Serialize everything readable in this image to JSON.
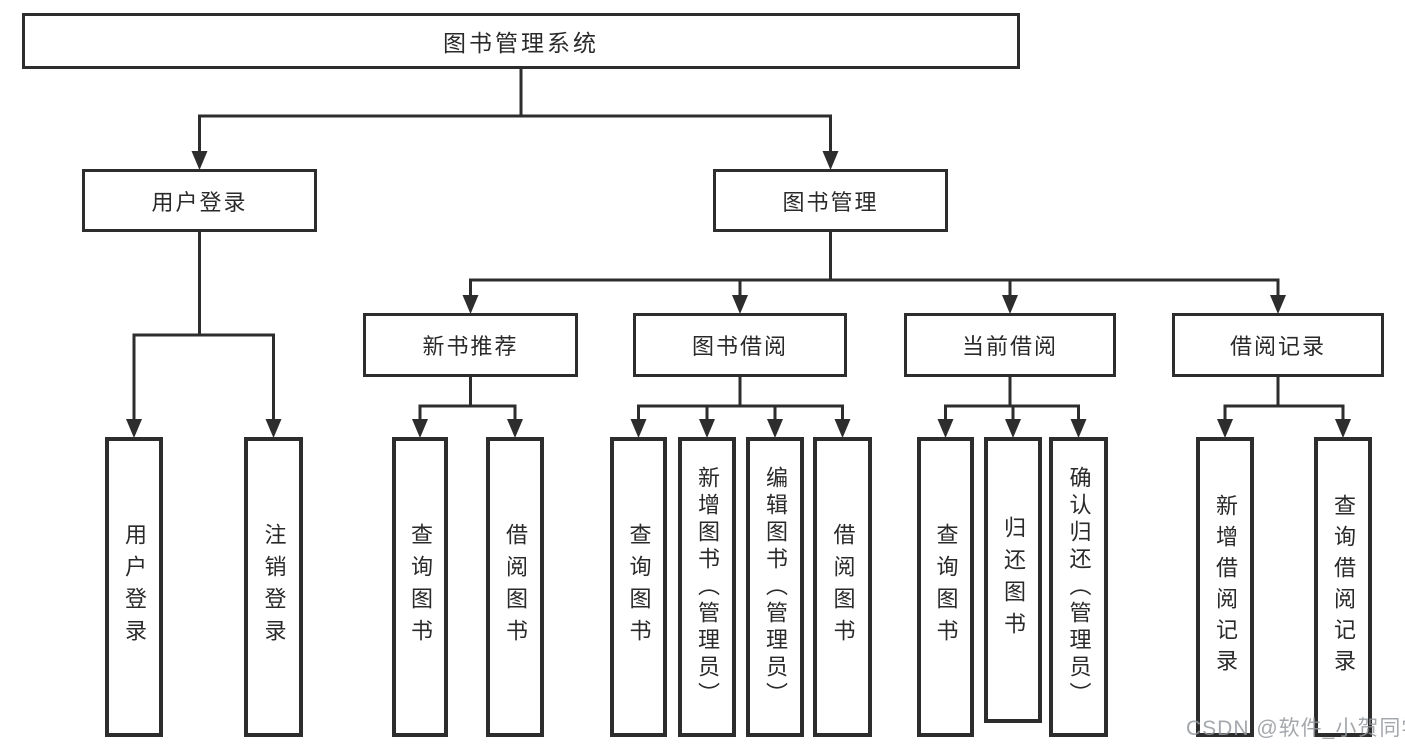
{
  "diagram": {
    "title": "图书管理系统",
    "tree": {
      "id": "system",
      "label": "图书管理系统",
      "children": [
        {
          "id": "user-login",
          "label": "用户登录",
          "children": [
            {
              "id": "user-login-leaf",
              "label": "用户登录"
            },
            {
              "id": "logout-leaf",
              "label": "注销登录"
            }
          ]
        },
        {
          "id": "book-mgmt",
          "label": "图书管理",
          "children": [
            {
              "id": "new-book-rec",
              "label": "新书推荐",
              "children": [
                {
                  "id": "nb-query",
                  "label": "查询图书"
                },
                {
                  "id": "nb-borrow",
                  "label": "借阅图书"
                }
              ]
            },
            {
              "id": "book-borrow",
              "label": "图书借阅",
              "children": [
                {
                  "id": "bb-query",
                  "label": "查询图书"
                },
                {
                  "id": "bb-add",
                  "label": "新增图书（管理员）"
                },
                {
                  "id": "bb-edit",
                  "label": "编辑图书（管理员）"
                },
                {
                  "id": "bb-borrow",
                  "label": "借阅图书"
                }
              ]
            },
            {
              "id": "current-borrow",
              "label": "当前借阅",
              "children": [
                {
                  "id": "cb-query",
                  "label": "查询图书"
                },
                {
                  "id": "cb-return",
                  "label": "归还图书"
                },
                {
                  "id": "cb-confirm",
                  "label": "确认归还（管理员）"
                }
              ]
            },
            {
              "id": "borrow-records",
              "label": "借阅记录",
              "children": [
                {
                  "id": "br-add",
                  "label": "新增借阅记录"
                },
                {
                  "id": "br-query",
                  "label": "查询借阅记录"
                }
              ]
            }
          ]
        }
      ]
    }
  },
  "watermark": "CSDN @软件_小贺同学",
  "colors": {
    "line": "#2d2d2d",
    "text": "#2a2a2a",
    "box_background": "#ffffff",
    "watermark": "#94999e",
    "background": "#ffffff"
  }
}
